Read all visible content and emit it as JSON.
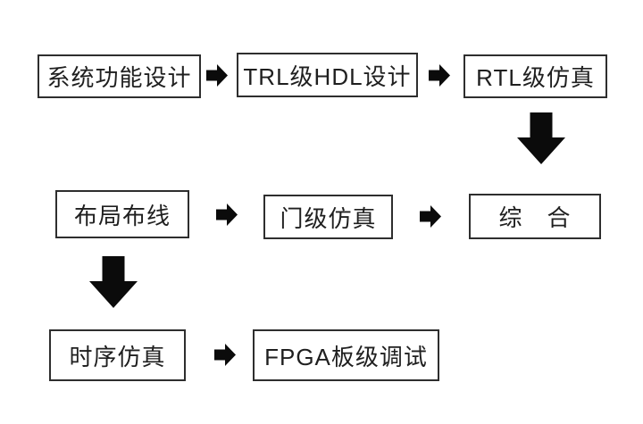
{
  "diagram": {
    "type": "flowchart",
    "nodes": {
      "system_function_design": {
        "label": "系统功能设计"
      },
      "trl_hdl_design": {
        "label": "TRL级HDL设计"
      },
      "rtl_simulation": {
        "label": "RTL级仿真"
      },
      "place_and_route": {
        "label": "布局布线"
      },
      "gate_level_simulation": {
        "label": "门级仿真"
      },
      "synthesis": {
        "label": "综　合"
      },
      "timing_simulation": {
        "label": "时序仿真"
      },
      "fpga_board_debug": {
        "label": "FPGA板级调试"
      }
    },
    "edges": [
      {
        "from": "system_function_design",
        "to": "trl_hdl_design",
        "direction": "right"
      },
      {
        "from": "trl_hdl_design",
        "to": "rtl_simulation",
        "direction": "right"
      },
      {
        "from": "rtl_simulation",
        "to": "synthesis",
        "direction": "down"
      },
      {
        "from": "place_and_route",
        "to": "gate_level_simulation",
        "direction": "right"
      },
      {
        "from": "gate_level_simulation",
        "to": "synthesis",
        "direction": "right"
      },
      {
        "from": "place_and_route",
        "to": "timing_simulation",
        "direction": "down"
      },
      {
        "from": "timing_simulation",
        "to": "fpga_board_debug",
        "direction": "right"
      }
    ],
    "colors": {
      "background": "#ffffff",
      "box_border": "#2e2e2e",
      "text": "#1f1f1f",
      "arrow": "#0b0b0b"
    }
  }
}
